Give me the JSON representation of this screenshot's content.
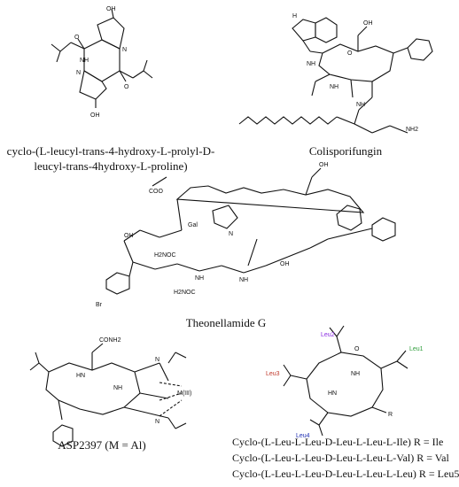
{
  "colors": {
    "ink": "#111111",
    "leu2": "#8a2be2",
    "leu1": "#2e9d3a",
    "leu3": "#c0392b",
    "leu4": "#1f2fb3"
  },
  "captions": {
    "cyclo_dipeptide_line1": "cyclo-(L-leucyl-trans-4-hydroxy-L-prolyl-D-",
    "cyclo_dipeptide_line2": "leucyl-trans-4hydroxy-L-proline)",
    "colisporifungin": "Colisporifungin",
    "theonellamide": "Theonellamide G",
    "asp2397": "ASP2397 (M = Al)",
    "cyclo_ile": "Cyclo-(L-Leu-L-Leu-D-Leu-L-Leu-L-Ile) R = Ile",
    "cyclo_val": "Cyclo-(L-Leu-L-Leu-D-Leu-L-Leu-L-Val) R = Val",
    "cyclo_leu": "Cyclo-(L-Leu-L-Leu-D-Leu-L-Leu-L-Leu) R = Leu5"
  },
  "atoms": {
    "oh": "OH",
    "o": "O",
    "n": "N",
    "nh": "NH",
    "hn": "HN",
    "nh2": "NH2",
    "h": "H",
    "r": "R",
    "br": "Br",
    "coo": "COO",
    "gal": "Gal",
    "conh2": "CONH2",
    "h2noc": "H2NOC",
    "m": "M(III)",
    "leu1": "Leu1",
    "leu2": "Leu2",
    "leu3": "Leu3",
    "leu4": "Leu4"
  }
}
